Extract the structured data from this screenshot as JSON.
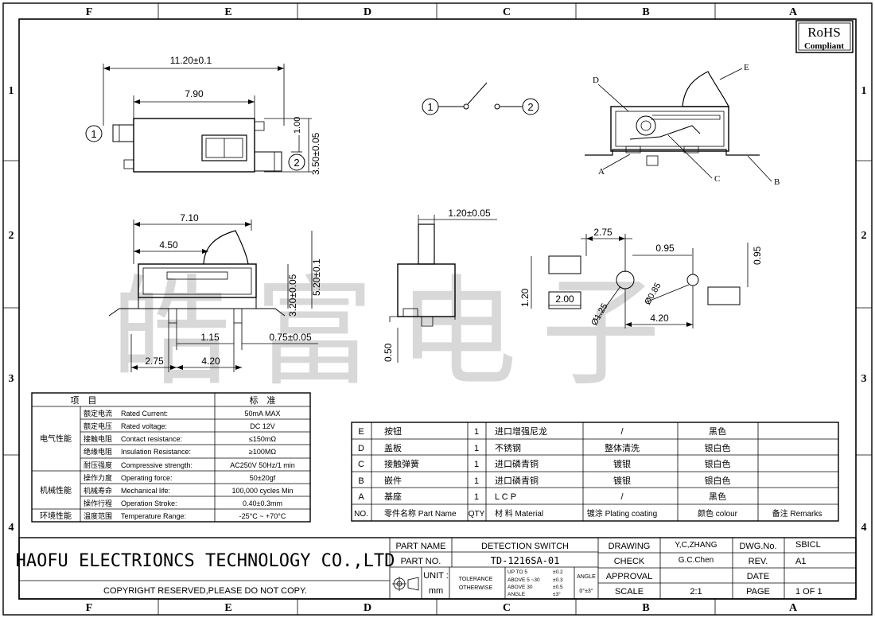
{
  "frame": {
    "columns": [
      "F",
      "E",
      "D",
      "C",
      "B",
      "A"
    ],
    "rows": [
      "1",
      "2",
      "3",
      "4"
    ]
  },
  "rohs": {
    "title": "RoHS",
    "subtitle": "Compliant"
  },
  "watermark": "皓富电子",
  "views": {
    "top": {
      "overall_length": "11.20±0.1",
      "actuator_offset": "7.90",
      "actuator_width": "1.00",
      "body_width": "3.50±0.05",
      "pin1": "1",
      "pin2": "2"
    },
    "schematic": {
      "pin1": "1",
      "pin2": "2"
    },
    "section": {
      "labels": [
        "D",
        "E",
        "A",
        "C",
        "B"
      ]
    },
    "front": {
      "actuator_span": "7.10",
      "actuator_pos": "4.50",
      "body_height": "3.20±0.05",
      "total_height": "5.20±0.1",
      "pin_gap": "1.15",
      "tab_width": "0.75±0.05",
      "pad_left": "2.75",
      "pad_mid": "4.20"
    },
    "side": {
      "actuator_width": "1.20±0.05",
      "foot_height": "0.50"
    },
    "land_pattern": {
      "pad_offset": "2.75",
      "pad_dim": "0.95",
      "pad_vert": "0.95",
      "pad_height": "1.20",
      "pad_len": "2.00",
      "hole_large": "Ø1.25",
      "hole_small": "Ø0.85",
      "hole_pitch": "4.20"
    }
  },
  "spec_table": {
    "headers": [
      "项　目",
      "标　准"
    ],
    "groups": [
      {
        "group": "电气性能",
        "rows": [
          {
            "cn": "额定电流",
            "en": "Rated Current:",
            "value": "50mA MAX"
          },
          {
            "cn": "额定电压",
            "en": "Rated voltage:",
            "value": "DC 12V"
          },
          {
            "cn": "接触电阻",
            "en": "Contact resistance:",
            "value": "≤150mΩ"
          },
          {
            "cn": "绝缘电阻",
            "en": "Insulation Resistance:",
            "value": "≥100MΩ"
          },
          {
            "cn": "耐压强度",
            "en": "Compressive strength:",
            "value": "AC250V 50Hz/1 min"
          }
        ]
      },
      {
        "group": "机械性能",
        "rows": [
          {
            "cn": "操作力度",
            "en": "Operating force:",
            "value": "50±20gf"
          },
          {
            "cn": "机械寿命",
            "en": "Mechanical life:",
            "value": "100,000 cycles Min"
          },
          {
            "cn": "操作行程",
            "en": "Operation Stroke:",
            "value": "0.40±0.3mm"
          }
        ]
      },
      {
        "group": "环境性能",
        "rows": [
          {
            "cn": "温度范围",
            "en": "Temperature Range:",
            "value": "-25°C ~ +70°C"
          }
        ]
      }
    ]
  },
  "parts_table": {
    "rows": [
      [
        "E",
        "按钮",
        "1",
        "进口增强尼龙",
        "/",
        "黑色",
        ""
      ],
      [
        "D",
        "盖板",
        "1",
        "不锈钢",
        "整体清洗",
        "银白色",
        ""
      ],
      [
        "C",
        "接触弹簧",
        "1",
        "进口磷青铜",
        "镀银",
        "银白色",
        ""
      ],
      [
        "B",
        "嵌件",
        "1",
        "进口磷青铜",
        "镀银",
        "银白色",
        ""
      ],
      [
        "A",
        "基座",
        "1",
        "L C P",
        "/",
        "黑色",
        ""
      ]
    ],
    "header": [
      "NO.",
      "零件名称 Part Name",
      "QTY",
      "材 料 Material",
      "镀涂 Plating coating",
      "颜色 colour",
      "备注 Remarks"
    ]
  },
  "title_block": {
    "company": "HAOFU ELECTRIONCS TECHNOLOGY CO.,LTD",
    "copyright": "COPYRIGHT RESERVED,PLEASE DO NOT COPY.",
    "part_name_label": "PART NAME",
    "part_name": "DETECTION SWITCH",
    "part_no_label": "PART NO.",
    "part_no": "TD-1216SA-01",
    "unit_label": "UNIT :",
    "unit": "mm",
    "tolerance_label": "TOLERANCE",
    "otherwise_label": "OTHERWISE",
    "tol_rows": [
      {
        "range": "UP TO 5",
        "tol": "±0.2"
      },
      {
        "range": "ABOVE 5 ~30",
        "tol": "±0.3"
      },
      {
        "range": "ABOVE 30",
        "tol": "±0.5"
      },
      {
        "range": "ANGLE",
        "tol": "±3°"
      }
    ],
    "angle_label": "ANGLE",
    "angle_tol": "0°±3°",
    "drawing_label": "DRAWING",
    "drawing": "Y,C,ZHANG",
    "check_label": "CHECK",
    "check": "G.C.Chen",
    "approval_label": "APPROVAL",
    "approval": "",
    "scale_label": "SCALE",
    "scale": "2:1",
    "dwg_no_label": "DWG.No.",
    "dwg_no": "SBICL",
    "rev_label": "REV.",
    "rev": "A1",
    "date_label": "DATE",
    "date": "",
    "page_label": "PAGE",
    "page": "1 OF 1"
  }
}
